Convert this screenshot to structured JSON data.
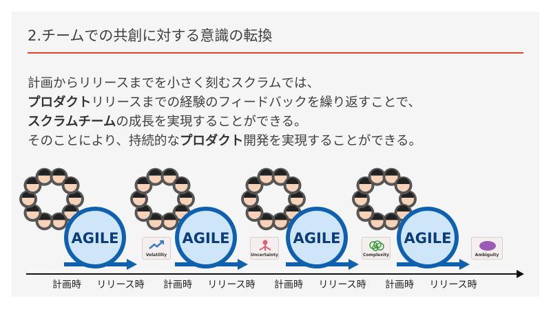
{
  "title": "2.チームでの共創に対する意識の転換",
  "body": {
    "line1": "計画からリリースまでを小さく刻むスクラムでは、",
    "line2_bold": "プロダクト",
    "line2_rest": "リリースまでの経験のフィードバックを繰り返すことで、",
    "line3_bold": "スクラムチーム",
    "line3_rest": "の成長を実現することができる。",
    "line4_a": "そのことにより、持続的な",
    "line4_bold": "プロダクト",
    "line4_b": "開発を実現することができる。"
  },
  "cycles": [
    {
      "agile": "AGILE",
      "plan": "計画時",
      "release": "リリース時"
    },
    {
      "agile": "AGILE",
      "plan": "計画時",
      "release": "リリース時"
    },
    {
      "agile": "AGILE",
      "plan": "計画時",
      "release": "リリース時"
    },
    {
      "agile": "AGILE",
      "plan": "計画時",
      "release": "リリース時"
    }
  ],
  "tags": [
    {
      "label": "Volatility",
      "icon": "trend-up-icon"
    },
    {
      "label": "Uncertainty",
      "icon": "branching-icon"
    },
    {
      "label": "Complexity",
      "icon": "tangle-icon"
    },
    {
      "label": "Ambiguity",
      "icon": "cloud-blob-icon"
    }
  ],
  "colors": {
    "accent": "#e0452a",
    "agile_blue": "#1060b0",
    "agile_fill": "#cfe6f8"
  }
}
